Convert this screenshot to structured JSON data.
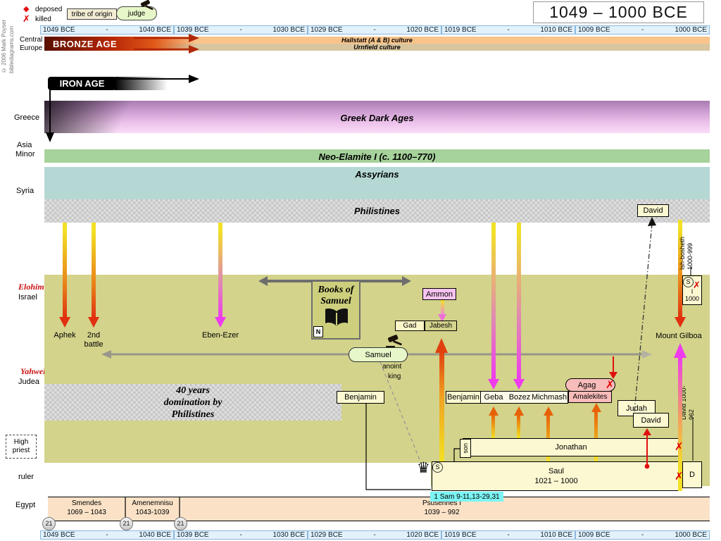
{
  "meta": {
    "copyright1": "© 2006 Mark Poyser",
    "copyright2": "biblediagrams.com",
    "title": "1049 – 1000 BCE"
  },
  "icons": {
    "deposed": "◆",
    "killed": "✗",
    "crown": "♛"
  },
  "legend": {
    "deposed": "deposed",
    "killed": "killed",
    "tribe_of_origin": "tribe of origin",
    "judge": "judge"
  },
  "scale": {
    "cells": [
      {
        "left": "1049 BCE",
        "mid": "-",
        "right": "1040 BCE"
      },
      {
        "left": "1039 BCE",
        "mid": "-",
        "right": "1030 BCE"
      },
      {
        "left": "1029 BCE",
        "mid": "-",
        "right": "1020 BCE"
      },
      {
        "left": "1019 BCE",
        "mid": "-",
        "right": "1010 BCE"
      },
      {
        "left": "1009 BCE",
        "mid": "-",
        "right": "1000 BCE"
      }
    ]
  },
  "rows": {
    "central_europe_1": "Central",
    "central_europe_2": "Europe",
    "greece": "Greece",
    "asia_minor_1": "Asia",
    "asia_minor_2": "Minor",
    "syria": "Syria",
    "elohim": "Elohim",
    "israel": "Israel",
    "yahweh": "Yahweh",
    "judea": "Judea",
    "high_priest_1": "High",
    "high_priest_2": "priest",
    "ruler": "ruler",
    "egypt": "Egypt"
  },
  "bands": {
    "bronze_age": "BRONZE AGE",
    "hallstatt": "Hallstatt (A & B) culture",
    "urnfield": "Urnfield culture",
    "iron_age": "IRON AGE",
    "greek_dark_ages": "Greek Dark Ages",
    "neo_elamite": "Neo-Elamite I (c. 1100–770)",
    "assyrians": "Assyrians",
    "philistines": "Philistines"
  },
  "events": {
    "aphek": "Aphek",
    "second_battle_1": "2nd",
    "second_battle_2": "battle",
    "eben_ezer": "Eben-Ezer",
    "mount_gilboa": "Mount Gilboa",
    "books_of_samuel_1": "Books of",
    "books_of_samuel_2": "Samuel",
    "books_note": "N",
    "ammon": "Ammon",
    "gad": "Gad",
    "jabesh": "Jabesh",
    "samuel": "Samuel",
    "anoint_1": "anoint",
    "anoint_2": "king",
    "domination_1": "40 years",
    "domination_2": "domination by",
    "domination_3": "Philistines",
    "benjamin_west": "Benjamin",
    "benjamin_east": "Benjamin",
    "geba": "Geba",
    "bozez": "Bozez",
    "michmash": "Michmash",
    "agag": "Agag",
    "amalekites": "Amalekites",
    "judah": "Judah",
    "david_judah": "David",
    "david_philistia": "David",
    "jonathan": "Jonathan",
    "son": "son",
    "saul_name": "Saul",
    "saul_years": "1021 – 1000",
    "saul_initial": "S",
    "david_initial": "D",
    "ishbosheth_initial": "I",
    "ishbosheth_label_1": "Ish-bosheth",
    "ishbosheth_label_2": "1000-999",
    "ishbosheth_year": "1000",
    "david_label_1": "David",
    "david_label_2": "1000-962",
    "scripture_ref": "1 Sam 9-11,13-29,31"
  },
  "egypt": {
    "pharaoh1_name": "Smendes",
    "pharaoh1_years": "1069 – 1043",
    "pharaoh2_name": "Amenemnisu",
    "pharaoh2_years": "1043-1039",
    "pharaoh3_name": "Psusennes I",
    "pharaoh3_years": "1039 – 992",
    "dynasty": "21"
  },
  "colors": {
    "olive": "#d3d38b",
    "philistine_gray": "#d2d2d2",
    "assyrians": "#b5d8d4",
    "neo_elamite": "#a6d29b",
    "greek_top": "#a87cb0",
    "greek_bottom": "#f6d4f4",
    "hallstatt": "#f9c38a",
    "urnfield": "#d9c69e",
    "egypt_band": "#fbe2c7",
    "scale_bg": "#e3f1fb",
    "pale_yellow": "#fcf8d2",
    "ammon_pink": "#f7c4f0",
    "amalekite_pink": "#f8bcba",
    "judge_green": "#e7f7c9",
    "highlight_cyan": "#7cf4f4",
    "red": "#e01010",
    "arrow_yellow": "#f2e126",
    "arrow_magenta": "#ee3bee",
    "arrow_red": "#e03010",
    "arrow_orange": "#e87010"
  }
}
